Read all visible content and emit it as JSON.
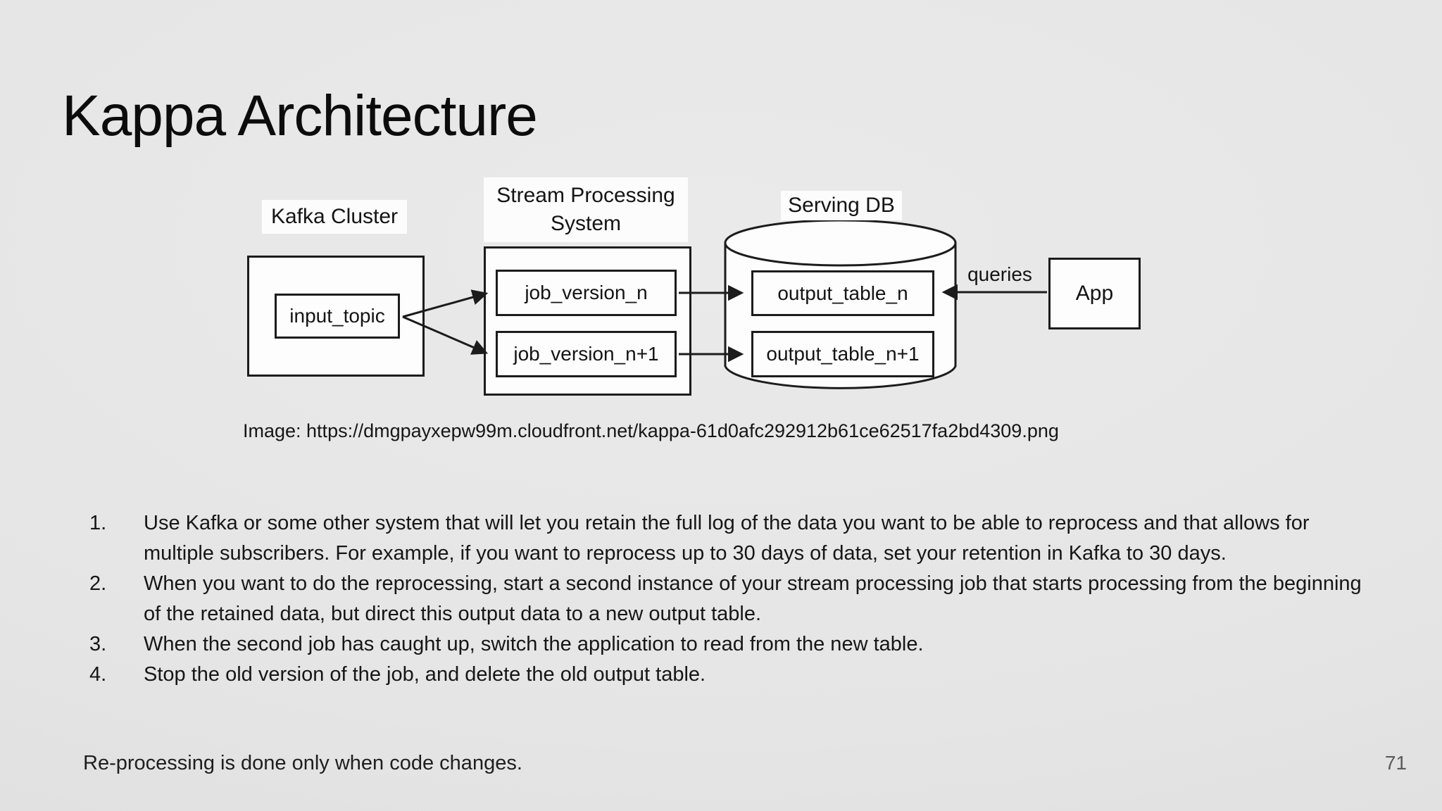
{
  "slide": {
    "title": "Kappa Architecture",
    "caption": "Image: https://dmgpayxepw99m.cloudfront.net/kappa-61d0afc292912b61ce62517fa2bd4309.png",
    "footer_note": "Re-processing is done only when code changes.",
    "page_number": "71"
  },
  "diagram": {
    "kafka_cluster_label": "Kafka Cluster",
    "stream_processing_label": "Stream Processing System",
    "serving_db_label": "Serving DB",
    "input_topic_label": "input_topic",
    "job_version_n_label": "job_version_n",
    "job_version_n1_label": "job_version_n+1",
    "output_table_n_label": "output_table_n",
    "output_table_n1_label": "output_table_n+1",
    "queries_label": "queries",
    "app_label": "App"
  },
  "steps": [
    {
      "num": "1.",
      "text": "Use Kafka or some other system that will let you retain the full log of the data you want to be able to reprocess and that allows for multiple subscribers. For example, if you want to reprocess up to 30 days of data, set your retention in Kafka to 30 days."
    },
    {
      "num": "2.",
      "text": "When you want to do the reprocessing, start a second instance of your stream processing job that starts processing from the beginning of the retained data, but direct this output data to a new output table."
    },
    {
      "num": "3.",
      "text": "When the second job has caught up, switch the application to read from the new table."
    },
    {
      "num": "4.",
      "text": "Stop the old version of the job, and delete the old output table."
    }
  ],
  "colors": {
    "background": "#e5e5e5",
    "box_fill": "#fdfdfd",
    "box_border": "#1c1c1c",
    "text": "#161616",
    "page_number": "#5a5a5a"
  }
}
